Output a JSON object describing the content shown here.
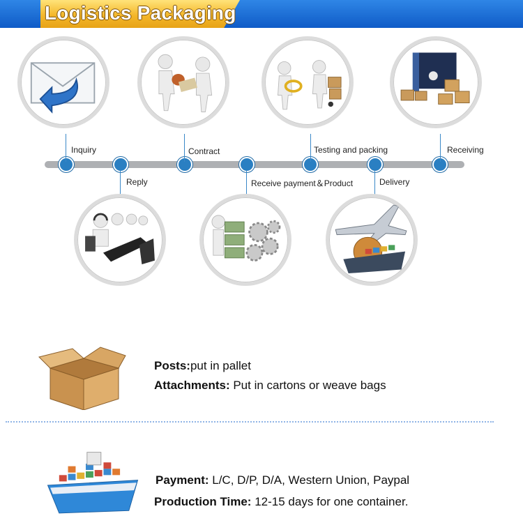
{
  "header": {
    "title": "Logistics Packaging"
  },
  "steps": [
    {
      "label": "Inquiry",
      "icon": "envelope-reply-icon"
    },
    {
      "label": "Reply",
      "icon": "call-center-icon"
    },
    {
      "label": "Contract",
      "icon": "contract-handshake-icon"
    },
    {
      "label": "Receive payment＆Product",
      "icon": "money-gears-icon"
    },
    {
      "label": "Testing and packing",
      "icon": "testing-packing-icon"
    },
    {
      "label": "Delivery",
      "icon": "plane-ship-globe-icon"
    },
    {
      "label": "Receiving",
      "icon": "container-boxes-icon"
    }
  ],
  "packaging": {
    "posts_label": "Posts:",
    "posts_value": "put in pallet",
    "attachments_label": "Attachments:",
    "attachments_value": " Put in cartons or weave bags"
  },
  "payment": {
    "payment_label": "Payment:",
    "payment_value": " L/C, D/P, D/A, Western Union, Paypal",
    "production_label": "Production Time:",
    "production_value": " 12-15 days for one container."
  },
  "colors": {
    "header_blue": "#1a6ad6",
    "tab_gold": "#f4b72a",
    "timeline_dot": "#2a7fc2"
  }
}
